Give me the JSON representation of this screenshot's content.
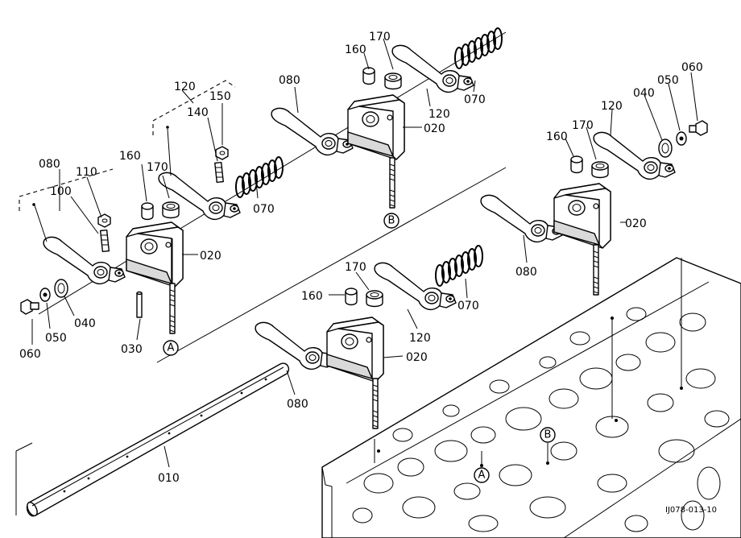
{
  "labels": {
    "p080a": "080",
    "p110": "110",
    "p100": "100",
    "p060a": "060",
    "p050a": "050",
    "p040a": "040",
    "p030": "030",
    "p020a": "020",
    "p160a": "160",
    "p170a": "170",
    "p120a": "120",
    "p150": "150",
    "p140": "140",
    "p070a": "070",
    "p080b": "080",
    "p160b": "160",
    "p170b": "170",
    "p120b": "120",
    "p020b": "020",
    "p070b": "070",
    "p160c": "160",
    "p170c": "170",
    "p120c": "120",
    "p020c": "020",
    "p080c": "080",
    "p070c": "070",
    "p160d": "160",
    "p170d": "170",
    "p120d": "120",
    "p040b": "040",
    "p050b": "050",
    "p060b": "060",
    "p020d": "020",
    "p080d": "080",
    "p010": "010"
  },
  "refs": {
    "A1": "A",
    "A2": "A",
    "B1": "B",
    "B2": "B"
  },
  "figure_code": "IJ078-013-10",
  "icons": [
    "rocker-arm",
    "rocker-bracket",
    "spring",
    "shaft",
    "cylinder-head"
  ]
}
